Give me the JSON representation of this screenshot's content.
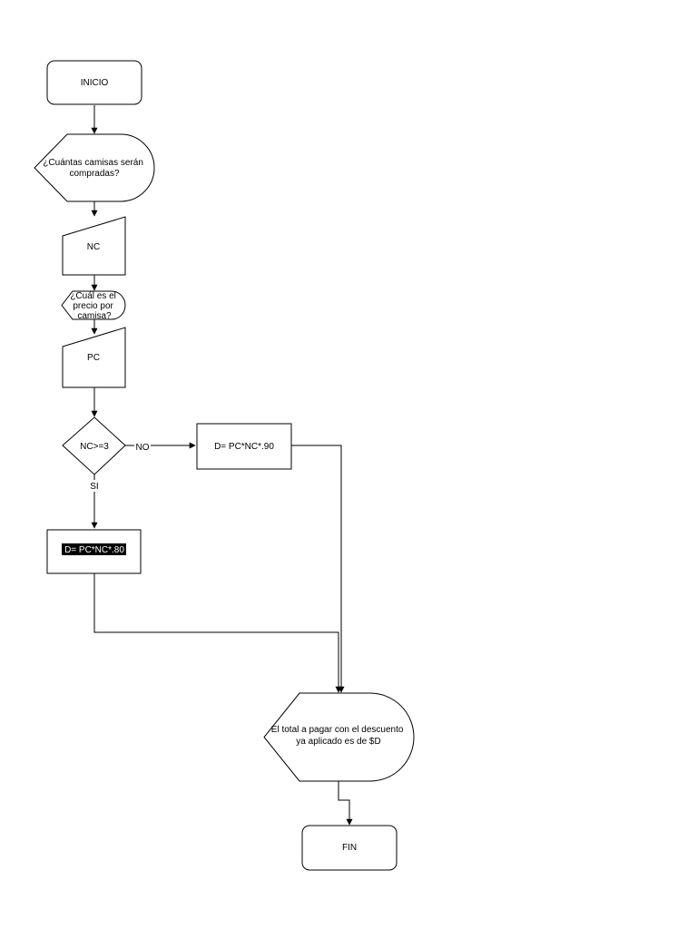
{
  "nodes": {
    "start": "INICIO",
    "ask_count": [
      "¿Cuántas camisas serán",
      "compradas?"
    ],
    "input_nc": "NC",
    "ask_price": [
      "¿Cuál es el",
      "precio por",
      "camisa?"
    ],
    "input_pc": "PC",
    "decision": "NC>=3",
    "calc_no": "D= PC*NC*.90",
    "calc_yes": "D= PC*NC*.80",
    "output": [
      "El total a pagar con el descuento",
      "ya aplicado es de $D"
    ],
    "end": "FIN"
  },
  "edges": {
    "no_label": "NO",
    "yes_label": "SI"
  }
}
